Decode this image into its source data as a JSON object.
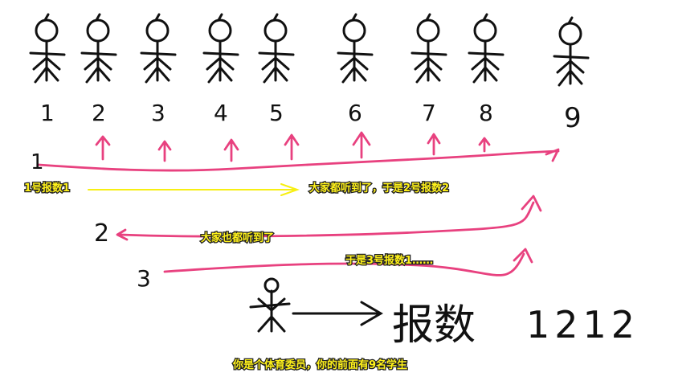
{
  "people_numbers": [
    "1",
    "2",
    "3",
    "4",
    "5",
    "6",
    "7",
    "8",
    "9"
  ],
  "captions": {
    "student1_reports": "1号报数1",
    "heard_reports2": "大家都听到了，于是2号报数2",
    "also_heard": "大家也都听到了",
    "reports3": "于是3号报数1……",
    "scenario": "你是个体育委员，你的前面有9名学生"
  },
  "round_labels": [
    "1",
    "2",
    "3"
  ],
  "legend": {
    "count_word": "报数",
    "sequence": "1212"
  },
  "colors": {
    "ink": "#111111",
    "pink": "#e8417f",
    "yellow": "#f7ef12",
    "caption_fill": "#fff21a"
  }
}
